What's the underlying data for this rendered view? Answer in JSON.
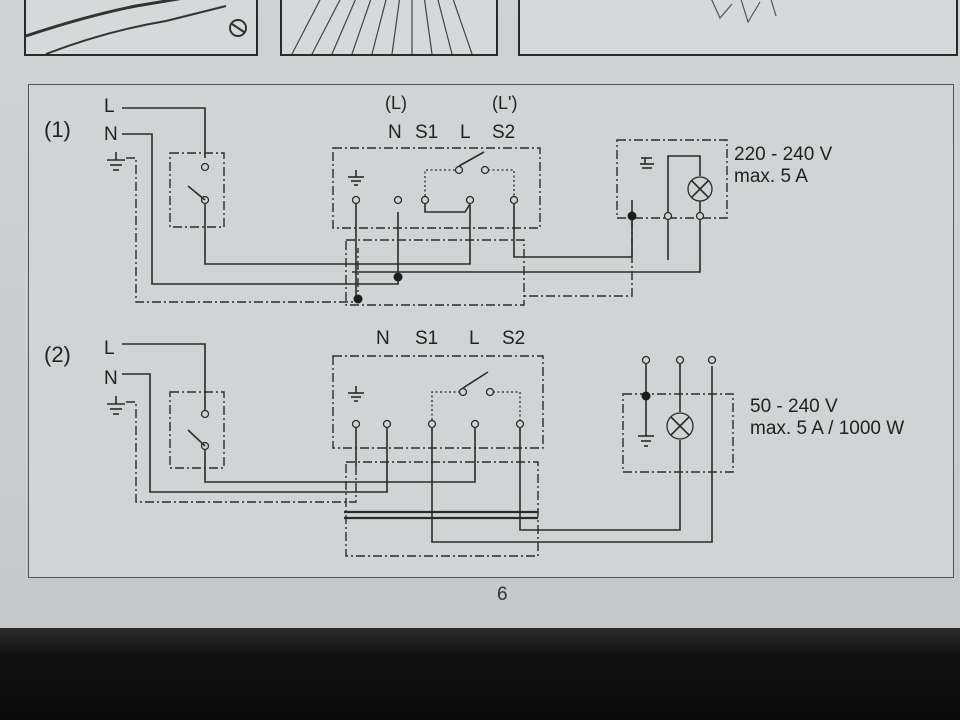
{
  "page_number": "6",
  "diagram_1": {
    "label": "(1)",
    "line_labels": {
      "l": "L",
      "n": "N"
    },
    "terminal_labels": [
      "N",
      "S1",
      "L",
      "S2"
    ],
    "upper_terminal_labels": {
      "s1": "(L)",
      "s2": "(L')"
    },
    "rating": [
      "220 - 240 V",
      "max. 5 A"
    ]
  },
  "diagram_2": {
    "label": "(2)",
    "line_labels": {
      "l": "L",
      "n": "N"
    },
    "terminal_labels": [
      "N",
      "S1",
      "L",
      "S2"
    ],
    "rating": [
      "50 - 240 V",
      "max. 5 A / 1000 W"
    ]
  }
}
